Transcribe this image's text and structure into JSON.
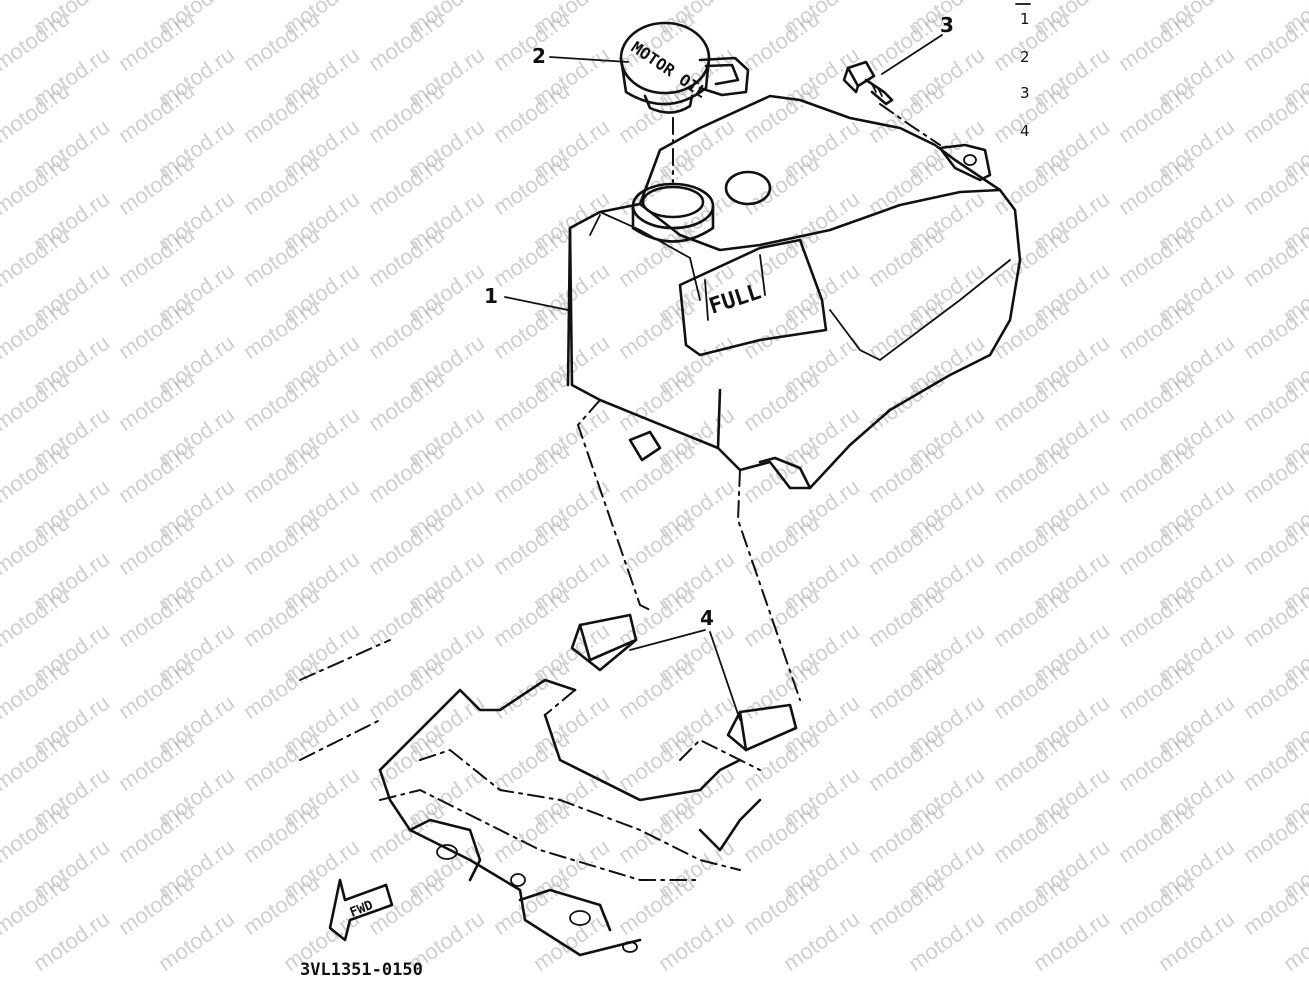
{
  "watermark": "motod.ru",
  "diagram": {
    "part_code": "3VL1351-0150",
    "cap_text": "MOTOR OIL",
    "tank_text": "FULL",
    "forward_text": "FWD",
    "callouts": [
      {
        "id": "callout-1",
        "label": "1"
      },
      {
        "id": "callout-2",
        "label": "2"
      },
      {
        "id": "callout-3",
        "label": "3"
      },
      {
        "id": "callout-4",
        "label": "4"
      }
    ],
    "edge_labels": [
      "1",
      "2",
      "3",
      "4"
    ]
  },
  "colors": {
    "line": "#111111",
    "background": "#ffffff",
    "watermark": "#a8a8a8"
  }
}
